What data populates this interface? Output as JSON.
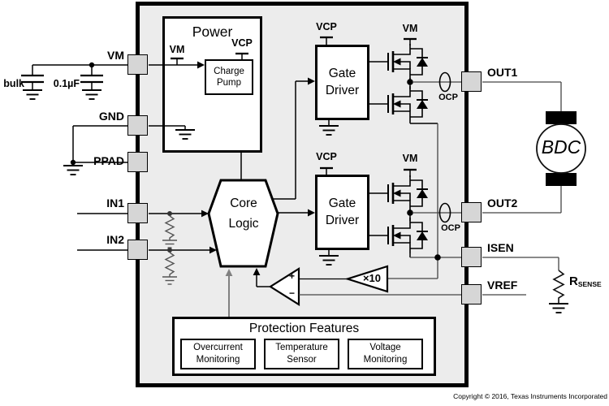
{
  "diagram": {
    "external_left": {
      "bulk_cap": "bulk",
      "bypass_cap": "0.1µF"
    },
    "pins_left": [
      {
        "label": "VM"
      },
      {
        "label": "GND"
      },
      {
        "label": "PPAD"
      },
      {
        "label": "IN1"
      },
      {
        "label": "IN2"
      }
    ],
    "pins_right": [
      {
        "label": "OUT1"
      },
      {
        "label": "OUT2"
      },
      {
        "label": "ISEN"
      },
      {
        "label": "VREF"
      }
    ],
    "power": {
      "title": "Power",
      "vm_rail": "VM",
      "vcp_rail": "VCP",
      "charge_pump_l1": "Charge",
      "charge_pump_l2": "Pump"
    },
    "gate_driver_1": {
      "l1": "Gate",
      "l2": "Driver",
      "vcp_rail": "VCP",
      "vm_rail": "VM",
      "ocp": "OCP"
    },
    "gate_driver_2": {
      "l1": "Gate",
      "l2": "Driver",
      "vcp_rail": "VCP",
      "vm_rail": "VM",
      "ocp": "OCP"
    },
    "core_logic": {
      "l1": "Core",
      "l2": "Logic"
    },
    "current_sense": {
      "gain": "×10",
      "plus": "+",
      "minus": "−"
    },
    "protection": {
      "title": "Protection Features",
      "blocks": [
        {
          "l1": "Overcurrent",
          "l2": "Monitoring"
        },
        {
          "l1": "Temperature",
          "l2": "Sensor"
        },
        {
          "l1": "Voltage",
          "l2": "Monitoring"
        }
      ]
    },
    "motor": {
      "label": "BDC"
    },
    "rsense": {
      "main": "R",
      "sub": "SENSE"
    },
    "footer": {
      "copyright": "Copyright © 2016, Texas Instruments Incorporated"
    },
    "colors": {
      "chip_fill": "#ececec",
      "pin_fill": "#d6d6d6",
      "wire": "#000000",
      "thin_wire": "#444444",
      "gray_arrow": "#808080"
    }
  }
}
